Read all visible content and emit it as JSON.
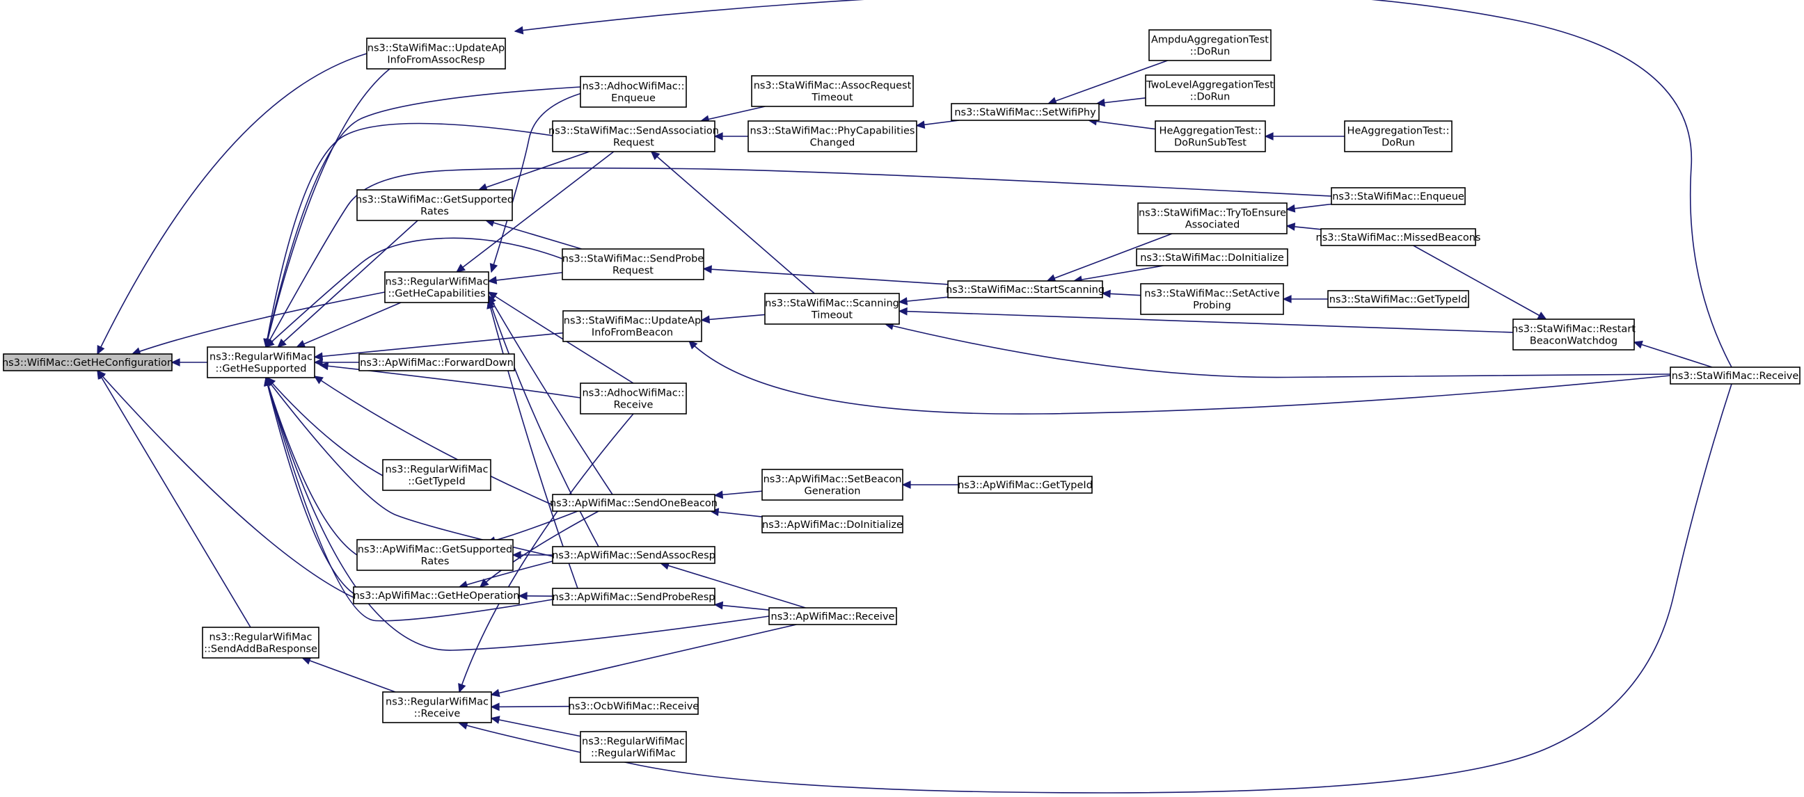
{
  "title": "",
  "colors": {
    "edge": "#191970",
    "root_fill": "#bfbfbf",
    "node_fill": "#ffffff",
    "node_border": "#000000"
  },
  "nodes": [
    {
      "id": "n0",
      "lines": [
        "ns3::WifiMac::GetHeConfiguration"
      ],
      "root": true
    },
    {
      "id": "n1",
      "lines": [
        "ns3::RegularWifiMac",
        "::GetHeSupported"
      ]
    },
    {
      "id": "n2",
      "lines": [
        "ns3::StaWifiMac::UpdateAp",
        "InfoFromAssocResp"
      ]
    },
    {
      "id": "n3",
      "lines": [
        "ns3::RegularWifiMac",
        "::SendAddBaResponse"
      ]
    },
    {
      "id": "n4",
      "lines": [
        "ns3::RegularWifiMac",
        "::Receive"
      ]
    },
    {
      "id": "n5",
      "lines": [
        "ns3::StaWifiMac::GetSupported",
        "Rates"
      ]
    },
    {
      "id": "n6",
      "lines": [
        "ns3::RegularWifiMac",
        "::GetHeCapabilities"
      ]
    },
    {
      "id": "n7",
      "lines": [
        "ns3::ApWifiMac::ForwardDown"
      ]
    },
    {
      "id": "n8",
      "lines": [
        "ns3::RegularWifiMac",
        "::GetTypeId"
      ]
    },
    {
      "id": "n9",
      "lines": [
        "ns3::ApWifiMac::GetSupported",
        "Rates"
      ]
    },
    {
      "id": "n10",
      "lines": [
        "ns3::ApWifiMac::GetHeOperation"
      ]
    },
    {
      "id": "n11",
      "lines": [
        "ns3::AdhocWifiMac::",
        "Enqueue"
      ]
    },
    {
      "id": "n12",
      "lines": [
        "ns3::StaWifiMac::SendAssociation",
        "Request"
      ]
    },
    {
      "id": "n13",
      "lines": [
        "ns3::StaWifiMac::SendProbe",
        "Request"
      ]
    },
    {
      "id": "n14",
      "lines": [
        "ns3::StaWifiMac::UpdateAp",
        "InfoFromBeacon"
      ]
    },
    {
      "id": "n15",
      "lines": [
        "ns3::AdhocWifiMac::",
        "Receive"
      ]
    },
    {
      "id": "n16",
      "lines": [
        "ns3::ApWifiMac::SendOneBeacon"
      ]
    },
    {
      "id": "n17",
      "lines": [
        "ns3::ApWifiMac::SendAssocResp"
      ]
    },
    {
      "id": "n18",
      "lines": [
        "ns3::ApWifiMac::SendProbeResp"
      ]
    },
    {
      "id": "n19",
      "lines": [
        "ns3::OcbWifiMac::Receive"
      ]
    },
    {
      "id": "n20",
      "lines": [
        "ns3::RegularWifiMac",
        "::RegularWifiMac"
      ]
    },
    {
      "id": "n21",
      "lines": [
        "ns3::StaWifiMac::AssocRequest",
        "Timeout"
      ]
    },
    {
      "id": "n22",
      "lines": [
        "ns3::StaWifiMac::PhyCapabilities",
        "Changed"
      ]
    },
    {
      "id": "n23",
      "lines": [
        "ns3::StaWifiMac::Scanning",
        "Timeout"
      ]
    },
    {
      "id": "n24",
      "lines": [
        "ns3::ApWifiMac::SetBeacon",
        "Generation"
      ]
    },
    {
      "id": "n25",
      "lines": [
        "ns3::ApWifiMac::DoInitialize"
      ]
    },
    {
      "id": "n26",
      "lines": [
        "ns3::ApWifiMac::Receive"
      ]
    },
    {
      "id": "n27",
      "lines": [
        "ns3::StaWifiMac::SetWifiPhy"
      ]
    },
    {
      "id": "n28",
      "lines": [
        "ns3::StaWifiMac::StartScanning"
      ]
    },
    {
      "id": "n29",
      "lines": [
        "ns3::ApWifiMac::GetTypeId"
      ]
    },
    {
      "id": "n30",
      "lines": [
        "AmpduAggregationTest",
        "::DoRun"
      ]
    },
    {
      "id": "n31",
      "lines": [
        "TwoLevelAggregationTest",
        "::DoRun"
      ]
    },
    {
      "id": "n32",
      "lines": [
        "HeAggregationTest::",
        "DoRunSubTest"
      ]
    },
    {
      "id": "n33",
      "lines": [
        "ns3::StaWifiMac::TryToEnsure",
        "Associated"
      ]
    },
    {
      "id": "n34",
      "lines": [
        "ns3::StaWifiMac::DoInitialize"
      ]
    },
    {
      "id": "n35",
      "lines": [
        "ns3::StaWifiMac::SetActive",
        "Probing"
      ]
    },
    {
      "id": "n36",
      "lines": [
        "HeAggregationTest::",
        "DoRun"
      ]
    },
    {
      "id": "n37",
      "lines": [
        "ns3::StaWifiMac::Enqueue"
      ]
    },
    {
      "id": "n38",
      "lines": [
        "ns3::StaWifiMac::MissedBeacons"
      ]
    },
    {
      "id": "n39",
      "lines": [
        "ns3::StaWifiMac::GetTypeId"
      ]
    },
    {
      "id": "n40",
      "lines": [
        "ns3::StaWifiMac::Restart",
        "BeaconWatchdog"
      ]
    },
    {
      "id": "n41",
      "lines": [
        "ns3::StaWifiMac::Receive"
      ]
    }
  ],
  "edges": [
    {
      "from": "n1",
      "to": "n0"
    },
    {
      "from": "n2",
      "to": "n0"
    },
    {
      "from": "n6",
      "to": "n0"
    },
    {
      "from": "n10",
      "to": "n0"
    },
    {
      "from": "n3",
      "to": "n0"
    },
    {
      "from": "n41",
      "to": "n2"
    },
    {
      "from": "n4",
      "to": "n3"
    },
    {
      "from": "n19",
      "to": "n4"
    },
    {
      "from": "n20",
      "to": "n4"
    },
    {
      "from": "n26",
      "to": "n4"
    },
    {
      "from": "n41",
      "to": "n4"
    },
    {
      "from": "n15",
      "to": "n4"
    },
    {
      "from": "n2",
      "to": "n1"
    },
    {
      "from": "n11",
      "to": "n1"
    },
    {
      "from": "n12",
      "to": "n1"
    },
    {
      "from": "n5",
      "to": "n1"
    },
    {
      "from": "n37",
      "to": "n1"
    },
    {
      "from": "n13",
      "to": "n1"
    },
    {
      "from": "n6",
      "to": "n1"
    },
    {
      "from": "n14",
      "to": "n1"
    },
    {
      "from": "n7",
      "to": "n1"
    },
    {
      "from": "n15",
      "to": "n1"
    },
    {
      "from": "n8",
      "to": "n1"
    },
    {
      "from": "n16",
      "to": "n1"
    },
    {
      "from": "n17",
      "to": "n1"
    },
    {
      "from": "n9",
      "to": "n1"
    },
    {
      "from": "n10",
      "to": "n1"
    },
    {
      "from": "n18",
      "to": "n1"
    },
    {
      "from": "n26",
      "to": "n1"
    },
    {
      "from": "n12",
      "to": "n5"
    },
    {
      "from": "n13",
      "to": "n5"
    },
    {
      "from": "n11",
      "to": "n6"
    },
    {
      "from": "n12",
      "to": "n6"
    },
    {
      "from": "n13",
      "to": "n6"
    },
    {
      "from": "n15",
      "to": "n6"
    },
    {
      "from": "n16",
      "to": "n6"
    },
    {
      "from": "n17",
      "to": "n6"
    },
    {
      "from": "n18",
      "to": "n6"
    },
    {
      "from": "n16",
      "to": "n9"
    },
    {
      "from": "n17",
      "to": "n9"
    },
    {
      "from": "n16",
      "to": "n10"
    },
    {
      "from": "n17",
      "to": "n10"
    },
    {
      "from": "n18",
      "to": "n10"
    },
    {
      "from": "n21",
      "to": "n12"
    },
    {
      "from": "n22",
      "to": "n12"
    },
    {
      "from": "n23",
      "to": "n12"
    },
    {
      "from": "n28",
      "to": "n13"
    },
    {
      "from": "n23",
      "to": "n14"
    },
    {
      "from": "n41",
      "to": "n14"
    },
    {
      "from": "n24",
      "to": "n16"
    },
    {
      "from": "n25",
      "to": "n16"
    },
    {
      "from": "n26",
      "to": "n17"
    },
    {
      "from": "n26",
      "to": "n18"
    },
    {
      "from": "n27",
      "to": "n22"
    },
    {
      "from": "n28",
      "to": "n23"
    },
    {
      "from": "n40",
      "to": "n23"
    },
    {
      "from": "n41",
      "to": "n23"
    },
    {
      "from": "n29",
      "to": "n24"
    },
    {
      "from": "n30",
      "to": "n27"
    },
    {
      "from": "n31",
      "to": "n27"
    },
    {
      "from": "n32",
      "to": "n27"
    },
    {
      "from": "n33",
      "to": "n28"
    },
    {
      "from": "n34",
      "to": "n28"
    },
    {
      "from": "n35",
      "to": "n28"
    },
    {
      "from": "n36",
      "to": "n32"
    },
    {
      "from": "n37",
      "to": "n33"
    },
    {
      "from": "n38",
      "to": "n33"
    },
    {
      "from": "n39",
      "to": "n35"
    },
    {
      "from": "n38",
      "to": "n40"
    },
    {
      "from": "n41",
      "to": "n40"
    }
  ]
}
